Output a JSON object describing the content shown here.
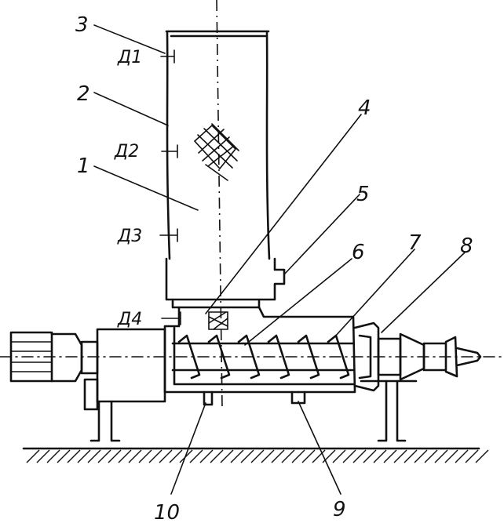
{
  "labels": {
    "n1": "1",
    "n2": "2",
    "n3": "3",
    "n4": "4",
    "n5": "5",
    "n6": "6",
    "n7": "7",
    "n8": "8",
    "n9": "9",
    "n10": "10"
  },
  "sensors": {
    "d1": "Д1",
    "d2": "Д2",
    "d3": "Д3",
    "d4": "Д4"
  }
}
